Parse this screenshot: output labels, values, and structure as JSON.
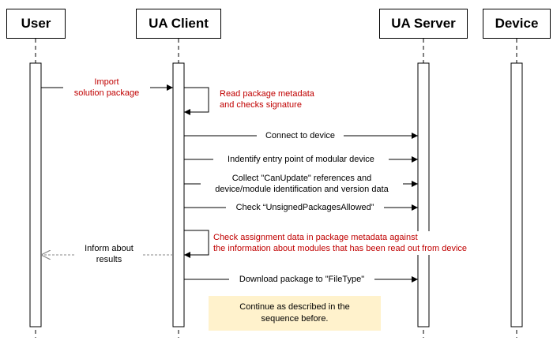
{
  "participants": [
    {
      "id": "user",
      "label": "User"
    },
    {
      "id": "ua_client",
      "label": "UA Client"
    },
    {
      "id": "ua_server",
      "label": "UA Server"
    },
    {
      "id": "device",
      "label": "Device"
    }
  ],
  "messages": [
    {
      "id": "import",
      "from": "user",
      "to": "ua_client",
      "lines": [
        "Import",
        "solution package"
      ],
      "style": "solid",
      "color": "#c00000"
    },
    {
      "id": "read_metadata",
      "from": "ua_client",
      "to": "ua_client",
      "lines": [
        "Read package metadata",
        "and checks signature"
      ],
      "style": "self",
      "color": "#c00000"
    },
    {
      "id": "connect",
      "from": "ua_client",
      "to": "ua_server",
      "lines": [
        "Connect to device"
      ],
      "style": "solid",
      "color": "#000000"
    },
    {
      "id": "identify",
      "from": "ua_client",
      "to": "ua_server",
      "lines": [
        "Indentify entry point of modular device"
      ],
      "style": "solid",
      "color": "#000000"
    },
    {
      "id": "collect",
      "from": "ua_client",
      "to": "ua_server",
      "lines": [
        "Collect \"CanUpdate\" references and",
        "device/module identification and version data"
      ],
      "style": "solid",
      "color": "#000000"
    },
    {
      "id": "check_unsigned",
      "from": "ua_client",
      "to": "ua_server",
      "lines": [
        "Check “UnsignedPackagesAllowed”"
      ],
      "style": "solid",
      "color": "#000000"
    },
    {
      "id": "check_assignment",
      "from": "ua_client",
      "to": "ua_client",
      "lines": [
        "Check assignment data in package metadata against",
        "the information about modules that has been read out from device"
      ],
      "style": "self",
      "color": "#c00000"
    },
    {
      "id": "inform",
      "from": "ua_client",
      "to": "user",
      "lines": [
        "Inform about",
        "results"
      ],
      "style": "dashed",
      "color": "#000000"
    },
    {
      "id": "download",
      "from": "ua_client",
      "to": "ua_server",
      "lines": [
        "Download package to \"FileType\""
      ],
      "style": "solid",
      "color": "#000000"
    }
  ],
  "note": {
    "lines": [
      "Continue as described in the",
      "sequence before."
    ],
    "color": "#fff2cc"
  }
}
